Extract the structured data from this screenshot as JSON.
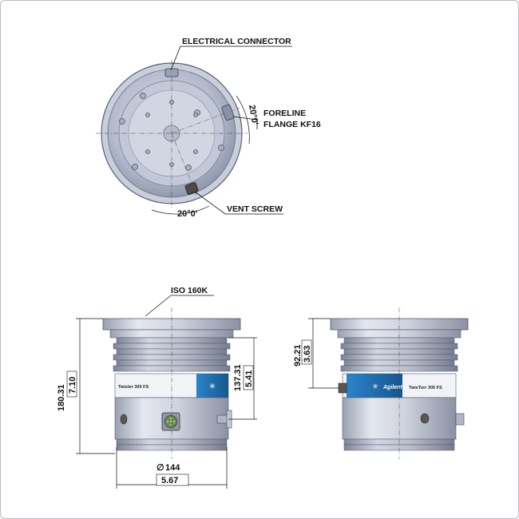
{
  "top_view": {
    "labels": {
      "electrical_connector": "ELECTRICAL CONNECTOR",
      "foreline_line1": "FORELINE",
      "foreline_line2": "FLANGE KF16",
      "vent_screw": "VENT SCREW"
    },
    "angle_right": "20°0'",
    "angle_bottom": "20°0'"
  },
  "front_view": {
    "flange_label": "ISO 160K",
    "height_mm": "180.31",
    "height_in": "7.10",
    "body_height_mm": "137.31",
    "body_height_in": "5.41",
    "diameter": "144",
    "diameter_symbol": "∅",
    "diameter_in": "5.67",
    "band_text": "Twis­ter 305 FS"
  },
  "side_view": {
    "offset_mm": "92.21",
    "offset_in": "3.63",
    "brand": "Agilent",
    "model": "TwisTorr 305 FS"
  },
  "colors": {
    "metal_light": "#d9dde8",
    "metal_dark": "#8d93a6",
    "brand_blue": "#1f6fb0",
    "line": "#111111"
  }
}
